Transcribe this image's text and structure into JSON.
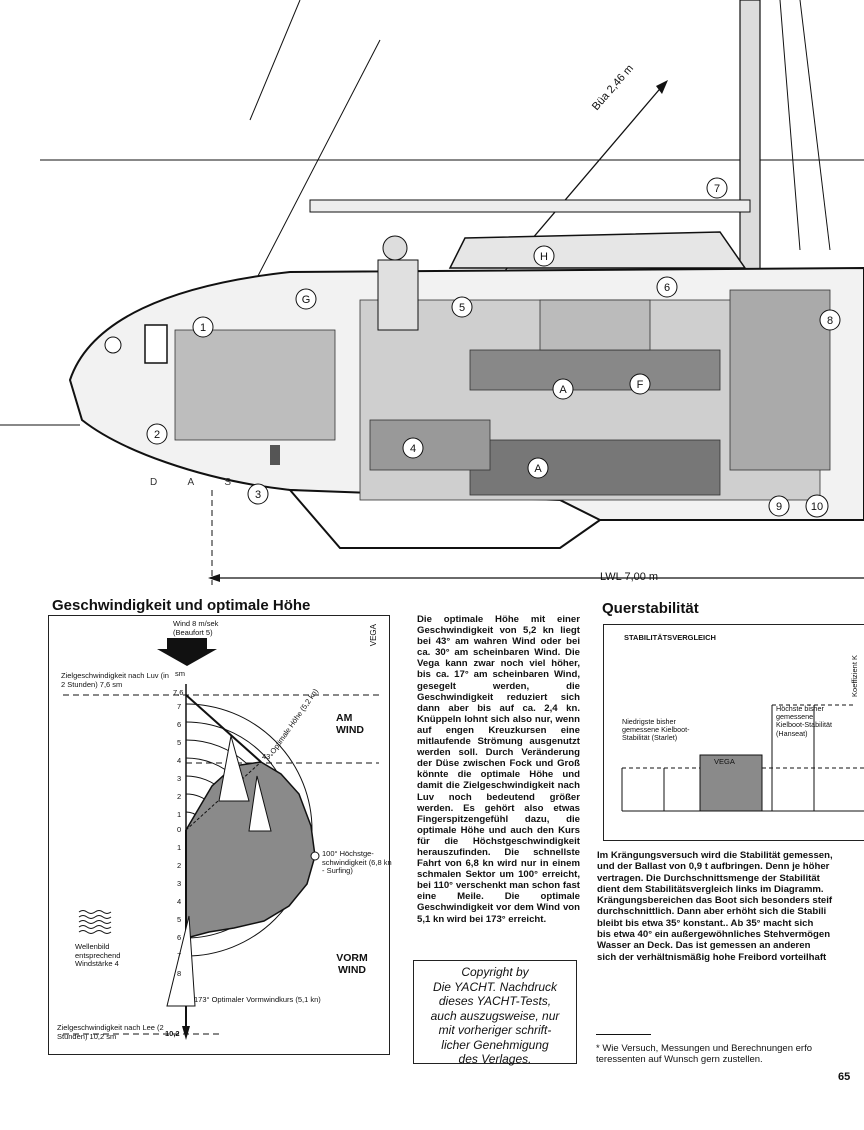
{
  "boat": {
    "dim_bua": "Büa 2,46 m",
    "dim_lwl": "LWL 7,00 m",
    "das_label": "D A S",
    "callouts": [
      "1",
      "2",
      "3",
      "4",
      "5",
      "6",
      "7",
      "8",
      "9",
      "10",
      "A",
      "A",
      "F",
      "G",
      "H"
    ]
  },
  "speed_section": {
    "title": "Geschwindigkeit und optimale Höhe",
    "vega_label": "VEGA",
    "wind_label": "Wind 8 m/sek",
    "wind_sub": "(Beaufort 5)",
    "unit_label": "sm",
    "luv_target": "Zielgeschwindigkeit nach Luv (in 2 Stunden) 7,6 sm",
    "lee_target": "Zielgeschwindigkeit nach Lee (2 Stunden) 10,2 sm",
    "am_wind": "AM WIND",
    "vorm_wind": "VORM WIND",
    "opt_hoehe": "Optimale Höhe (5,2 kn)",
    "angle_43": "43°",
    "speed_100": "100° Höchstge-schwindigkeit (6,8 kn - Surfing)",
    "vormwind_173": "173° Optimaler Vormwindkurs (5,1 kn)",
    "wellenbild": "Wellenbild entsprechend Windstärke 4",
    "scale_upper": [
      "7,6",
      "7",
      "6",
      "5",
      "4",
      "3",
      "2",
      "1",
      "0"
    ],
    "scale_lower": [
      "1",
      "2",
      "3",
      "4",
      "5",
      "6",
      "7",
      "8",
      "10,2"
    ]
  },
  "text_column": {
    "paragraph": "Die optimale Höhe mit einer Geschwindigkeit von 5,2 kn liegt bei 43° am wahren Wind oder bei ca. 30° am scheinbaren Wind. Die Vega kann zwar noch viel höher, bis ca. 17° am scheinbaren Wind, gesegelt werden, die Geschwindigkeit reduziert sich dann aber bis auf ca. 2,4 kn. Knüppeln lohnt sich also nur, wenn auf engen Kreuzkursen eine mitlaufende Strömung ausgenutzt werden soll. Durch Veränderung der Düse zwischen Fock und Groß könnte die optimale Höhe und damit die Zielgeschwindigkeit nach Luv noch bedeutend größer werden. Es gehört also etwas Fingerspitzengefühl dazu, die optimale Höhe und auch den Kurs für die Höchstgeschwindigkeit herauszufinden. Die schnellste Fahrt von 6,8 kn wird nur in einem schmalen Sektor um 100° erreicht, bei 110° verschenkt man schon fast eine Meile. Die optimale Geschwindigkeit vor dem Wind von 5,1 kn wird bei 173° erreicht."
  },
  "copyright": {
    "lines": [
      "Copyright by",
      "Die YACHT. Nachdruck",
      "dieses YACHT-Tests,",
      "auch auszugsweise, nur",
      "mit vorheriger schrift-",
      "licher Genehmigung",
      "des Verlages."
    ]
  },
  "stability": {
    "title": "Querstabilität",
    "chart_title": "STABILITÄTSVERGLEICH",
    "axis_label": "Koeffizient K",
    "low_label": "Niedrigste bisher gemessene Kielboot-Stabilität (Starlet)",
    "high_label": "Höchste bisher gemessene Kielboot-Stabilität (Hanseat)",
    "bar_label": "VEGA",
    "text_lines": [
      "Im Krängungsversuch wird die Stabilität gemessen,",
      "und der Ballast von 0,9 t aufbringen. Denn je höher",
      "vertragen. Die Durchschnittsmenge der Stabilität",
      "dient dem Stabilitätsvergleich links im Diagramm.",
      "Krängungsbereichen das Boot sich besonders steif",
      "durchschnittlich. Dann aber erhöht sich die Stabili",
      "bleibt bis etwa 35° konstant.. Ab 35° macht sich",
      "bis etwa 40° ein außergewöhnliches Stehvermögen",
      "Wasser an Deck. Das ist gemessen an anderen",
      "sich der verhältnismäßig hohe Freibord vorteilhaft"
    ]
  },
  "footnote": {
    "line1": "* Wie Versuch, Messungen und Berechnungen erfo",
    "line2": "teressenten auf Wunsch gern zustellen."
  },
  "page_number": "65"
}
